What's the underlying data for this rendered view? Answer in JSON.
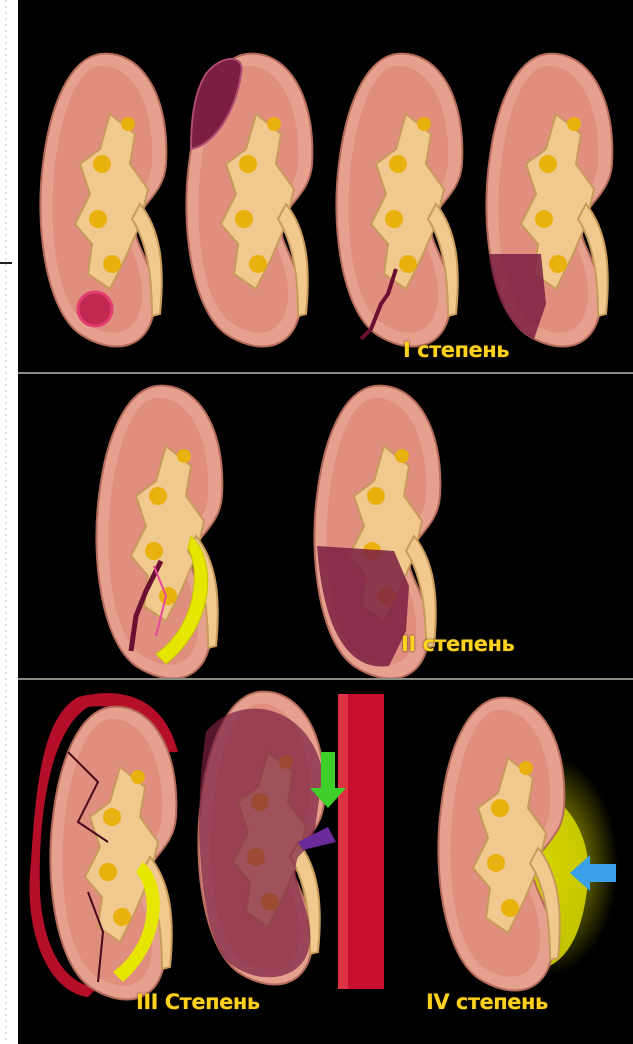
{
  "panels": [
    {
      "label": "I степень",
      "kidneys": 4
    },
    {
      "label": "II степень",
      "kidneys": 2
    },
    {
      "labels": [
        "III Степень",
        "IV степень"
      ],
      "kidneys": 3
    }
  ],
  "colors": {
    "background": "#000000",
    "label": "#ffd21e",
    "cortex": "#e8a08c",
    "pelvis": "#edc48e",
    "hematoma": "#8a1c3c",
    "urine": "#e6e600",
    "vessel": "#c8102e",
    "arrow_green": "#3fcf2a",
    "arrow_blue": "#3aa0e8"
  },
  "icons": [
    "kidney-illustration",
    "green-arrow-icon",
    "blue-arrow-icon"
  ]
}
